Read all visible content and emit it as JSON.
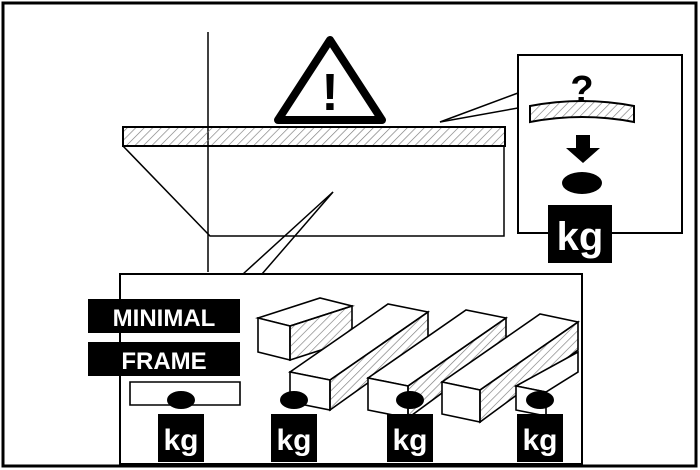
{
  "labels": {
    "minimal": "MINIMAL",
    "frame": "FRAME",
    "question_mark": "?",
    "exclamation": "!"
  },
  "weight_unit": "kg",
  "weights_count": 4,
  "colors": {
    "ink": "#000000",
    "paper": "#ffffff",
    "hatch": "#7a7a7a"
  },
  "icons": {
    "warning": "warning-triangle-icon",
    "weight": "kg-weight-icon",
    "arrow": "arrow-down-icon"
  }
}
